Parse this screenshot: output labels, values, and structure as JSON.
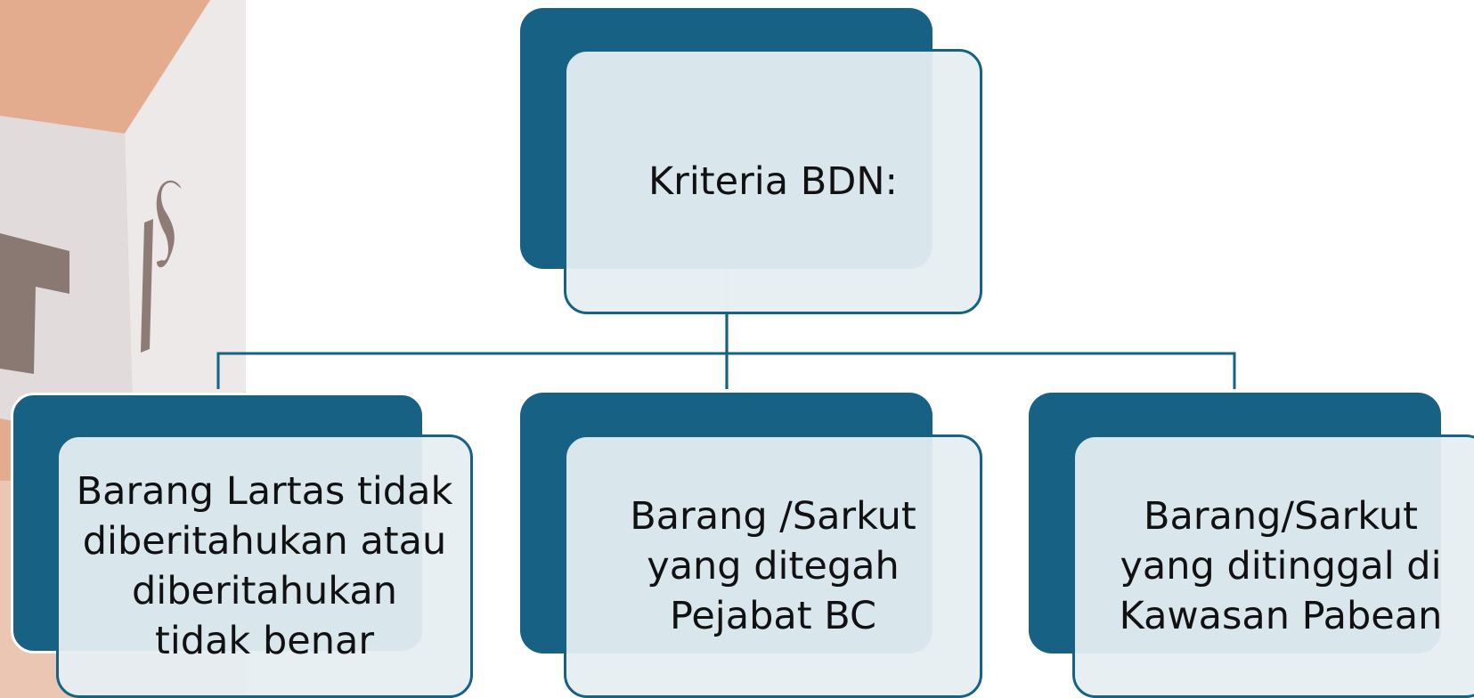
{
  "diagram": {
    "type": "hierarchy",
    "root": {
      "label": "Kriteria BDN:"
    },
    "children": [
      {
        "label": "Barang Lartas tidak\ndiberitahukan atau\ndiberitahukan\ntidak benar"
      },
      {
        "label": "Barang /Sarkut\nyang ditegah\nPejabat BC"
      },
      {
        "label": "Barang/Sarkut\nyang ditinggal di\nKawasan Pabean"
      }
    ]
  },
  "colors": {
    "accent": "#166184",
    "box_fill": "#e6eef2",
    "photo_background": "#e3ac8f",
    "text": "#111111"
  },
  "decoration": {
    "photo_icon": "cube-letters-photo"
  }
}
